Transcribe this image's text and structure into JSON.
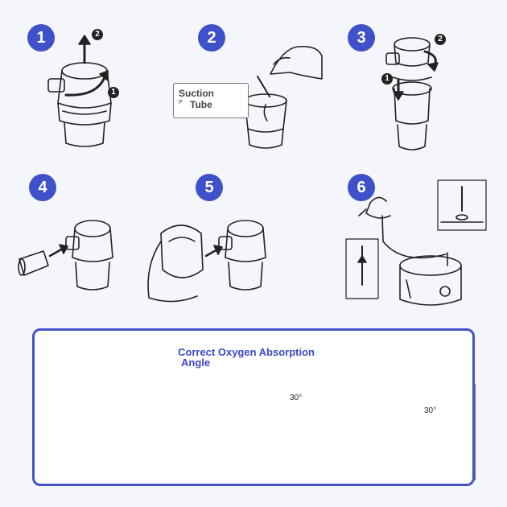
{
  "steps": [
    {
      "number": "1"
    },
    {
      "number": "2"
    },
    {
      "number": "3"
    },
    {
      "number": "4"
    },
    {
      "number": "5"
    },
    {
      "number": "6"
    }
  ],
  "callouts": {
    "step1_a": "1",
    "step1_b": "2",
    "step3_a": "1",
    "step3_b": "2"
  },
  "step2_label": {
    "line1": "Suction",
    "line2": "Tube",
    "small": "P"
  },
  "panel": {
    "title_line1": "Correct Oxygen Absorption",
    "title_line2": "Angle",
    "angle_left": "30°",
    "angle_right": "30°"
  },
  "colors": {
    "accent": "#3f51c8",
    "panel_border": "#4653c9",
    "line": "#222222"
  }
}
